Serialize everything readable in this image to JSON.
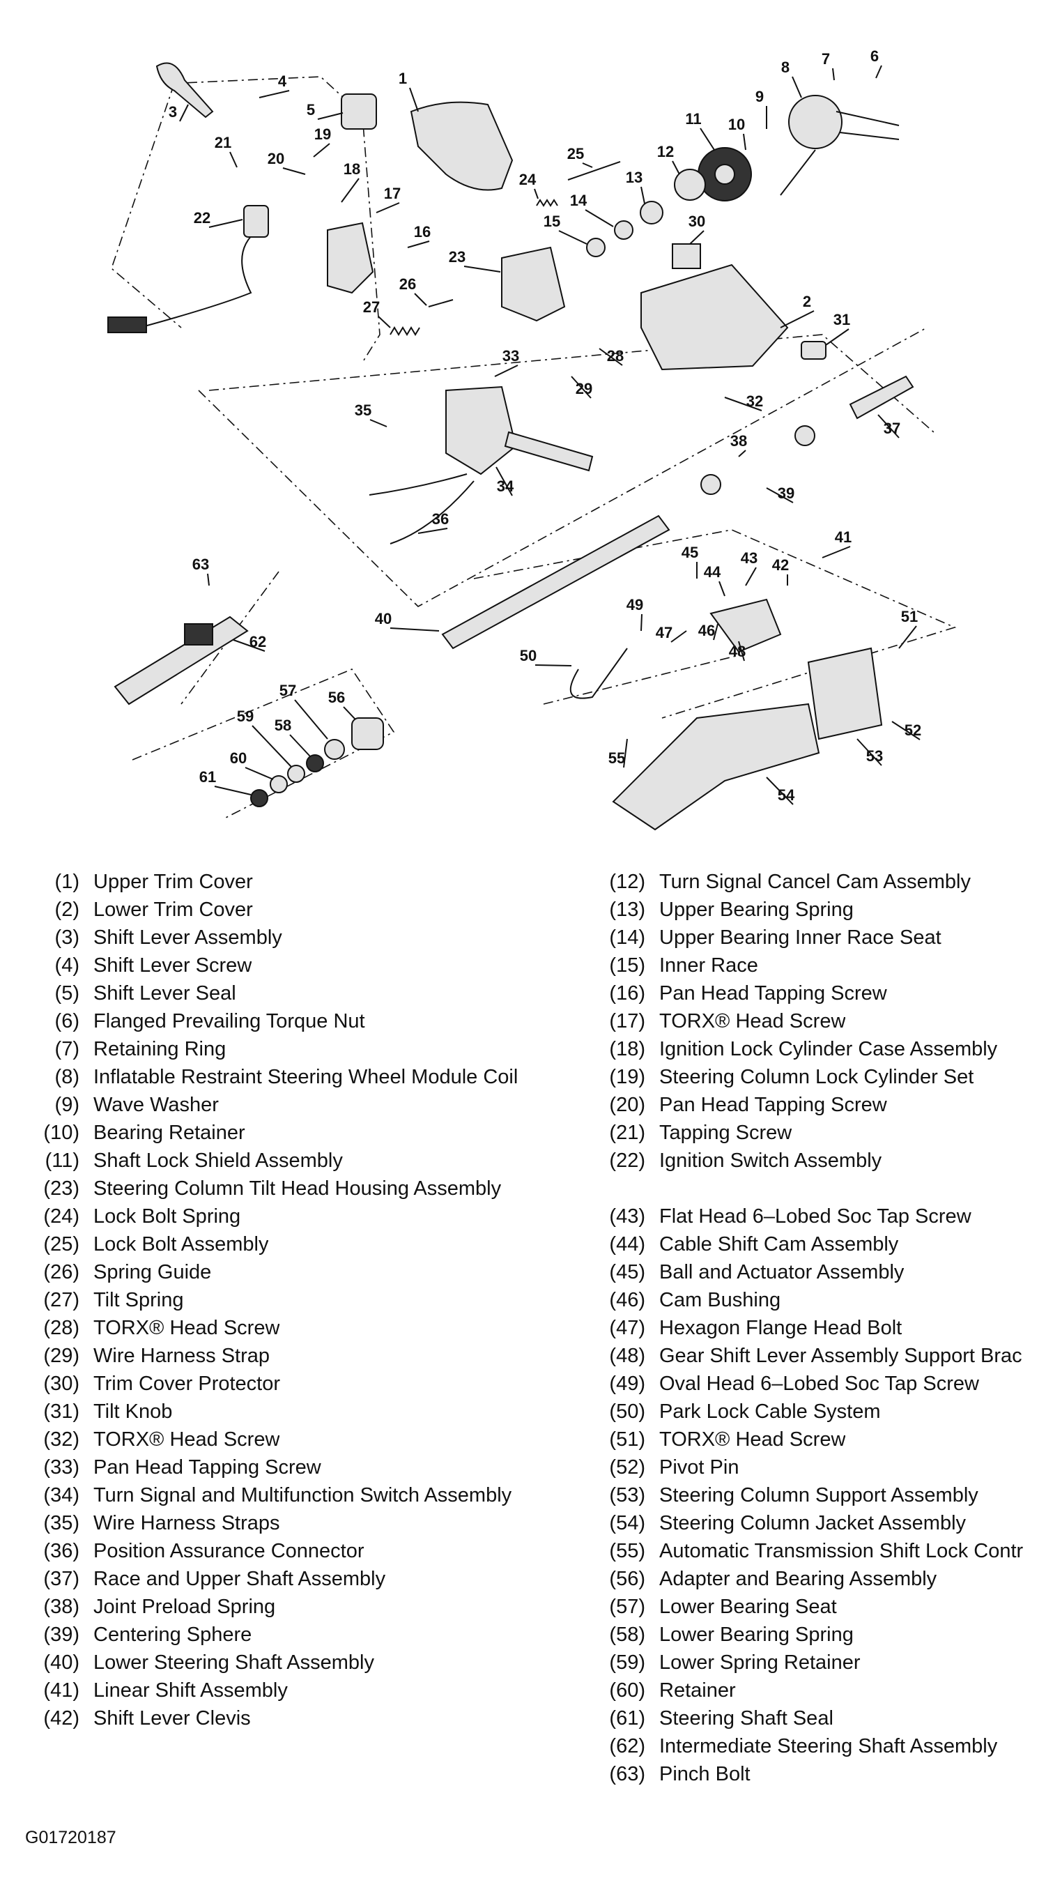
{
  "legend_left": [
    {
      "num": "(1)",
      "name": "Upper Trim Cover"
    },
    {
      "num": "(2)",
      "name": "Lower Trim Cover"
    },
    {
      "num": "(3)",
      "name": "Shift Lever Assembly"
    },
    {
      "num": "(4)",
      "name": "Shift Lever Screw"
    },
    {
      "num": "(5)",
      "name": "Shift Lever Seal"
    },
    {
      "num": "(6)",
      "name": "Flanged Prevailing Torque Nut"
    },
    {
      "num": "(7)",
      "name": "Retaining Ring"
    },
    {
      "num": "(8)",
      "name": "Inflatable Restraint Steering Wheel Module Coil"
    },
    {
      "num": "(9)",
      "name": "Wave Washer"
    },
    {
      "num": "(10)",
      "name": "Bearing Retainer"
    },
    {
      "num": "(11)",
      "name": "Shaft Lock Shield Assembly"
    },
    {
      "num": "(23)",
      "name": "Steering Column Tilt Head Housing Assembly"
    },
    {
      "num": "(24)",
      "name": "Lock Bolt Spring"
    },
    {
      "num": "(25)",
      "name": "Lock Bolt Assembly"
    },
    {
      "num": "(26)",
      "name": "Spring Guide"
    },
    {
      "num": "(27)",
      "name": "Tilt Spring"
    },
    {
      "num": "(28)",
      "name": "TORX® Head Screw"
    },
    {
      "num": "(29)",
      "name": "Wire Harness Strap"
    },
    {
      "num": "(30)",
      "name": "Trim Cover Protector"
    },
    {
      "num": "(31)",
      "name": "Tilt Knob"
    },
    {
      "num": "(32)",
      "name": "TORX® Head Screw"
    },
    {
      "num": "(33)",
      "name": "Pan Head Tapping Screw"
    },
    {
      "num": "(34)",
      "name": "Turn Signal and Multifunction Switch Assembly"
    },
    {
      "num": "(35)",
      "name": "Wire Harness Straps"
    },
    {
      "num": "(36)",
      "name": "Position Assurance Connector"
    },
    {
      "num": "(37)",
      "name": "Race and Upper Shaft Assembly"
    },
    {
      "num": "(38)",
      "name": "Joint Preload Spring"
    },
    {
      "num": "(39)",
      "name": "Centering Sphere"
    },
    {
      "num": "(40)",
      "name": "Lower Steering Shaft Assembly"
    },
    {
      "num": "(41)",
      "name": "Linear Shift Assembly"
    },
    {
      "num": "(42)",
      "name": "Shift Lever Clevis"
    }
  ],
  "legend_right_top": [
    {
      "num": "(12)",
      "name": "Turn Signal Cancel Cam Assembly"
    },
    {
      "num": "(13)",
      "name": "Upper Bearing Spring"
    },
    {
      "num": "(14)",
      "name": "Upper Bearing Inner Race Seat"
    },
    {
      "num": "(15)",
      "name": "Inner Race"
    },
    {
      "num": "(16)",
      "name": "Pan Head Tapping Screw"
    },
    {
      "num": "(17)",
      "name": "TORX® Head Screw"
    },
    {
      "num": "(18)",
      "name": "Ignition Lock Cylinder Case Assembly"
    },
    {
      "num": "(19)",
      "name": "Steering Column Lock Cylinder Set"
    },
    {
      "num": "(20)",
      "name": "Pan Head Tapping Screw"
    },
    {
      "num": "(21)",
      "name": "Tapping Screw"
    },
    {
      "num": "(22)",
      "name": "Ignition Switch Assembly"
    }
  ],
  "legend_right_bottom": [
    {
      "num": "(43)",
      "name": "Flat Head 6–Lobed Soc Tap Screw"
    },
    {
      "num": "(44)",
      "name": "Cable Shift Cam Assembly"
    },
    {
      "num": "(45)",
      "name": "Ball and Actuator Assembly"
    },
    {
      "num": "(46)",
      "name": "Cam Bushing"
    },
    {
      "num": "(47)",
      "name": "Hexagon Flange Head Bolt"
    },
    {
      "num": "(48)",
      "name": "Gear Shift Lever Assembly Support Brac"
    },
    {
      "num": "(49)",
      "name": "Oval Head 6–Lobed Soc Tap Screw"
    },
    {
      "num": "(50)",
      "name": "Park Lock Cable System"
    },
    {
      "num": "(51)",
      "name": "TORX® Head Screw"
    },
    {
      "num": "(52)",
      "name": "Pivot Pin"
    },
    {
      "num": "(53)",
      "name": "Steering Column Support Assembly"
    },
    {
      "num": "(54)",
      "name": "Steering Column Jacket Assembly"
    },
    {
      "num": "(55)",
      "name": "Automatic Transmission Shift Lock Contr"
    },
    {
      "num": "(56)",
      "name": "Adapter and Bearing Assembly"
    },
    {
      "num": "(57)",
      "name": "Lower Bearing Seat"
    },
    {
      "num": "(58)",
      "name": "Lower Bearing Spring"
    },
    {
      "num": "(59)",
      "name": "Lower Spring Retainer"
    },
    {
      "num": "(60)",
      "name": "Retainer"
    },
    {
      "num": "(61)",
      "name": "Steering Shaft Seal"
    },
    {
      "num": "(62)",
      "name": "Intermediate Steering Shaft Assembly"
    },
    {
      "num": "(63)",
      "name": "Pinch Bolt"
    }
  ],
  "figure_id": "G01720187",
  "callouts": [
    "1",
    "2",
    "3",
    "4",
    "5",
    "6",
    "7",
    "8",
    "9",
    "10",
    "11",
    "12",
    "13",
    "14",
    "15",
    "16",
    "17",
    "18",
    "19",
    "20",
    "21",
    "22",
    "23",
    "24",
    "25",
    "26",
    "27",
    "28",
    "29",
    "30",
    "31",
    "32",
    "33",
    "34",
    "35",
    "36",
    "37",
    "38",
    "39",
    "40",
    "41",
    "42",
    "43",
    "44",
    "45",
    "46",
    "47",
    "48",
    "49",
    "50",
    "51",
    "52",
    "53",
    "54",
    "55",
    "56",
    "57",
    "58",
    "59",
    "60",
    "61",
    "62",
    "63"
  ]
}
